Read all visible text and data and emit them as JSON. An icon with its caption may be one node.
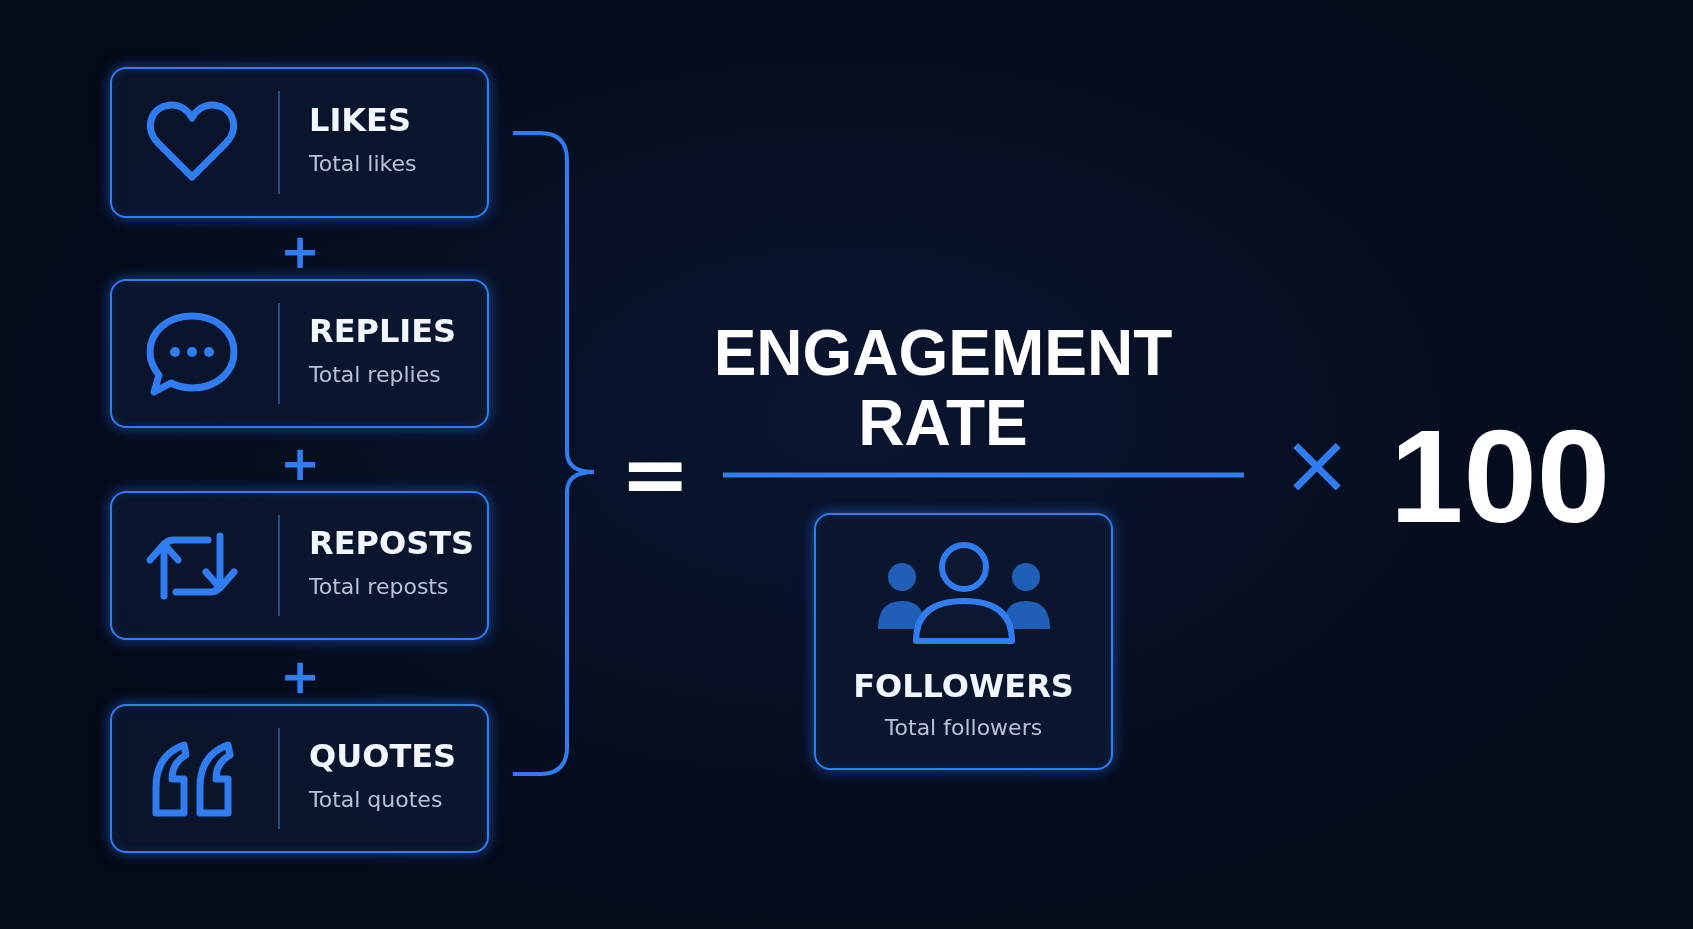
{
  "diagram": {
    "nodes": [
      {
        "text": [
          "LIKES",
          "Total likes"
        ]
      },
      {
        "text": [
          "REPLIES",
          "Total replies"
        ]
      },
      {
        "text": [
          "REPOSTS",
          "Total reposts"
        ]
      },
      {
        "text": [
          "QUOTES",
          "Total quotes"
        ]
      },
      {
        "text": [
          "FOLLOWERS",
          "Total followers"
        ]
      }
    ],
    "labels": [
      "+",
      "+",
      "+",
      "=",
      "ENGAGEMENT RATE",
      "×",
      "100"
    ]
  }
}
